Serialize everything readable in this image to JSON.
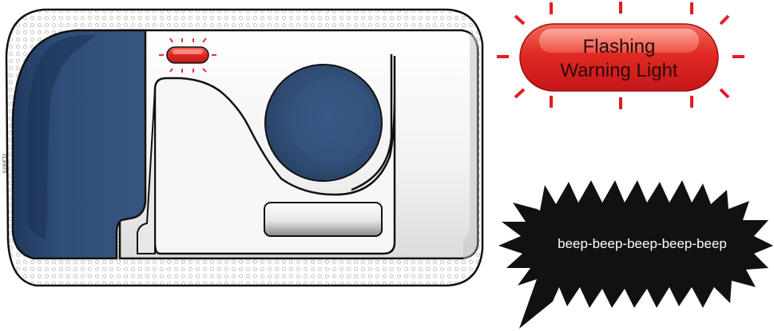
{
  "device": {
    "side_code": "S100ET2",
    "colors": {
      "body": "#f1f1f1",
      "outline": "#111111",
      "cap": "#2c4a73",
      "cap_dark": "#1f3558",
      "button": "#2f4b73",
      "dot_pattern": "#bdbdbd"
    }
  },
  "warning_light": {
    "label_line1": "Flashing",
    "label_line2": "Warning Light",
    "color": "#e02020",
    "ray_color": "#e31b23"
  },
  "sound_burst": {
    "text": "beep-beep-beep-beep-beep",
    "color": "#111111",
    "text_color": "#ffffff"
  }
}
